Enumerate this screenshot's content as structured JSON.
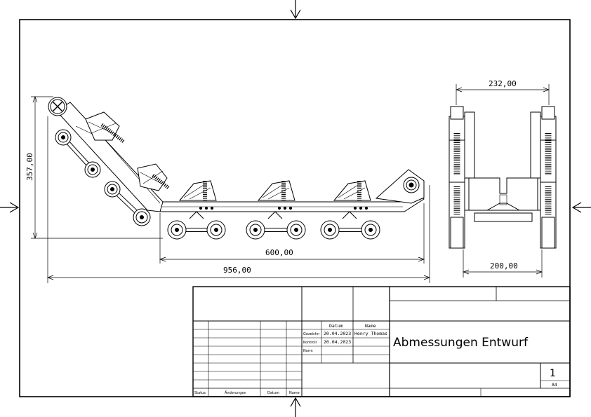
{
  "dimensions": {
    "height_357": "357,00",
    "width_232": "232,00",
    "length_600": "600,00",
    "length_956": "956,00",
    "width_200": "200,00"
  },
  "title_block": {
    "col_datum": "Datum",
    "col_name": "Name",
    "row_gezeichn": "Gezeichn",
    "row_kontroll": "Kontroll",
    "row_norm": "Norm",
    "gezeichn_datum": "20.04.2023",
    "gezeichn_name": "Henry Thomas",
    "kontroll_datum": "20.04.2023",
    "title": "Abmessungen Entwurf",
    "sheet_number": "1",
    "format": "A4",
    "rev_status": "Status",
    "rev_aenderungen": "Änderungen",
    "rev_datum": "Datum",
    "rev_name": "Name"
  }
}
